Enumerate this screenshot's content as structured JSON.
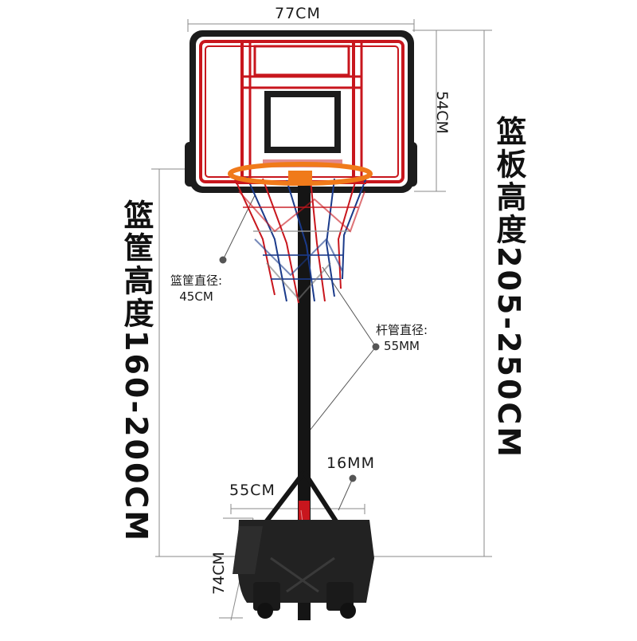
{
  "dimensions": {
    "backboard_width": "77CM",
    "backboard_height": "54CM",
    "base_width": "55CM",
    "base_depth": "74CM",
    "tube_spec": "16MM"
  },
  "callouts": {
    "rim_label": "篮筐直径:",
    "rim_value": "45CM",
    "pole_label": "杆管直径:",
    "pole_value": "55MM"
  },
  "vertical_labels": {
    "rim_height": "篮筐高度160-200CM",
    "board_height": "篮板高度205-250CM"
  },
  "colors": {
    "backboard_frame": "#1c1c1c",
    "backboard_red": "#c8161d",
    "rim_orange": "#f07a1a",
    "pole": "#151515",
    "base": "#222222",
    "dimension_line": "#8a8a8a"
  }
}
